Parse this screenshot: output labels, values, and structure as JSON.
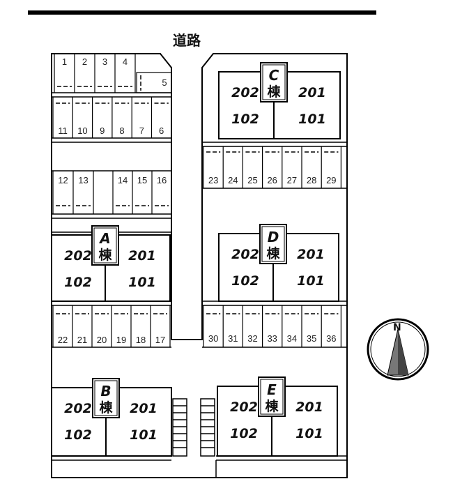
{
  "road_label": "道路",
  "mune_label": "棟",
  "compass_label": "N",
  "rooms": {
    "upper_left": "202",
    "upper_right": "201",
    "lower_left": "102",
    "lower_right": "101"
  },
  "buildings": [
    {
      "id": "A",
      "label": "A"
    },
    {
      "id": "B",
      "label": "B"
    },
    {
      "id": "C",
      "label": "C"
    },
    {
      "id": "D",
      "label": "D"
    },
    {
      "id": "E",
      "label": "E"
    }
  ],
  "parking": {
    "left_top_row": [
      "1",
      "2",
      "3",
      "4"
    ],
    "left_top_side": "5",
    "left_second_row": [
      "11",
      "10",
      "9",
      "8",
      "7",
      "6"
    ],
    "left_third_row_a": [
      "12",
      "13"
    ],
    "left_third_row_b": [
      "14",
      "15",
      "16"
    ],
    "left_fourth_row": [
      "22",
      "21",
      "20",
      "19",
      "18",
      "17"
    ],
    "right_top_row": [
      "23",
      "24",
      "25",
      "26",
      "27",
      "28",
      "29"
    ],
    "right_bottom_row": [
      "30",
      "31",
      "32",
      "33",
      "34",
      "35",
      "36"
    ]
  }
}
